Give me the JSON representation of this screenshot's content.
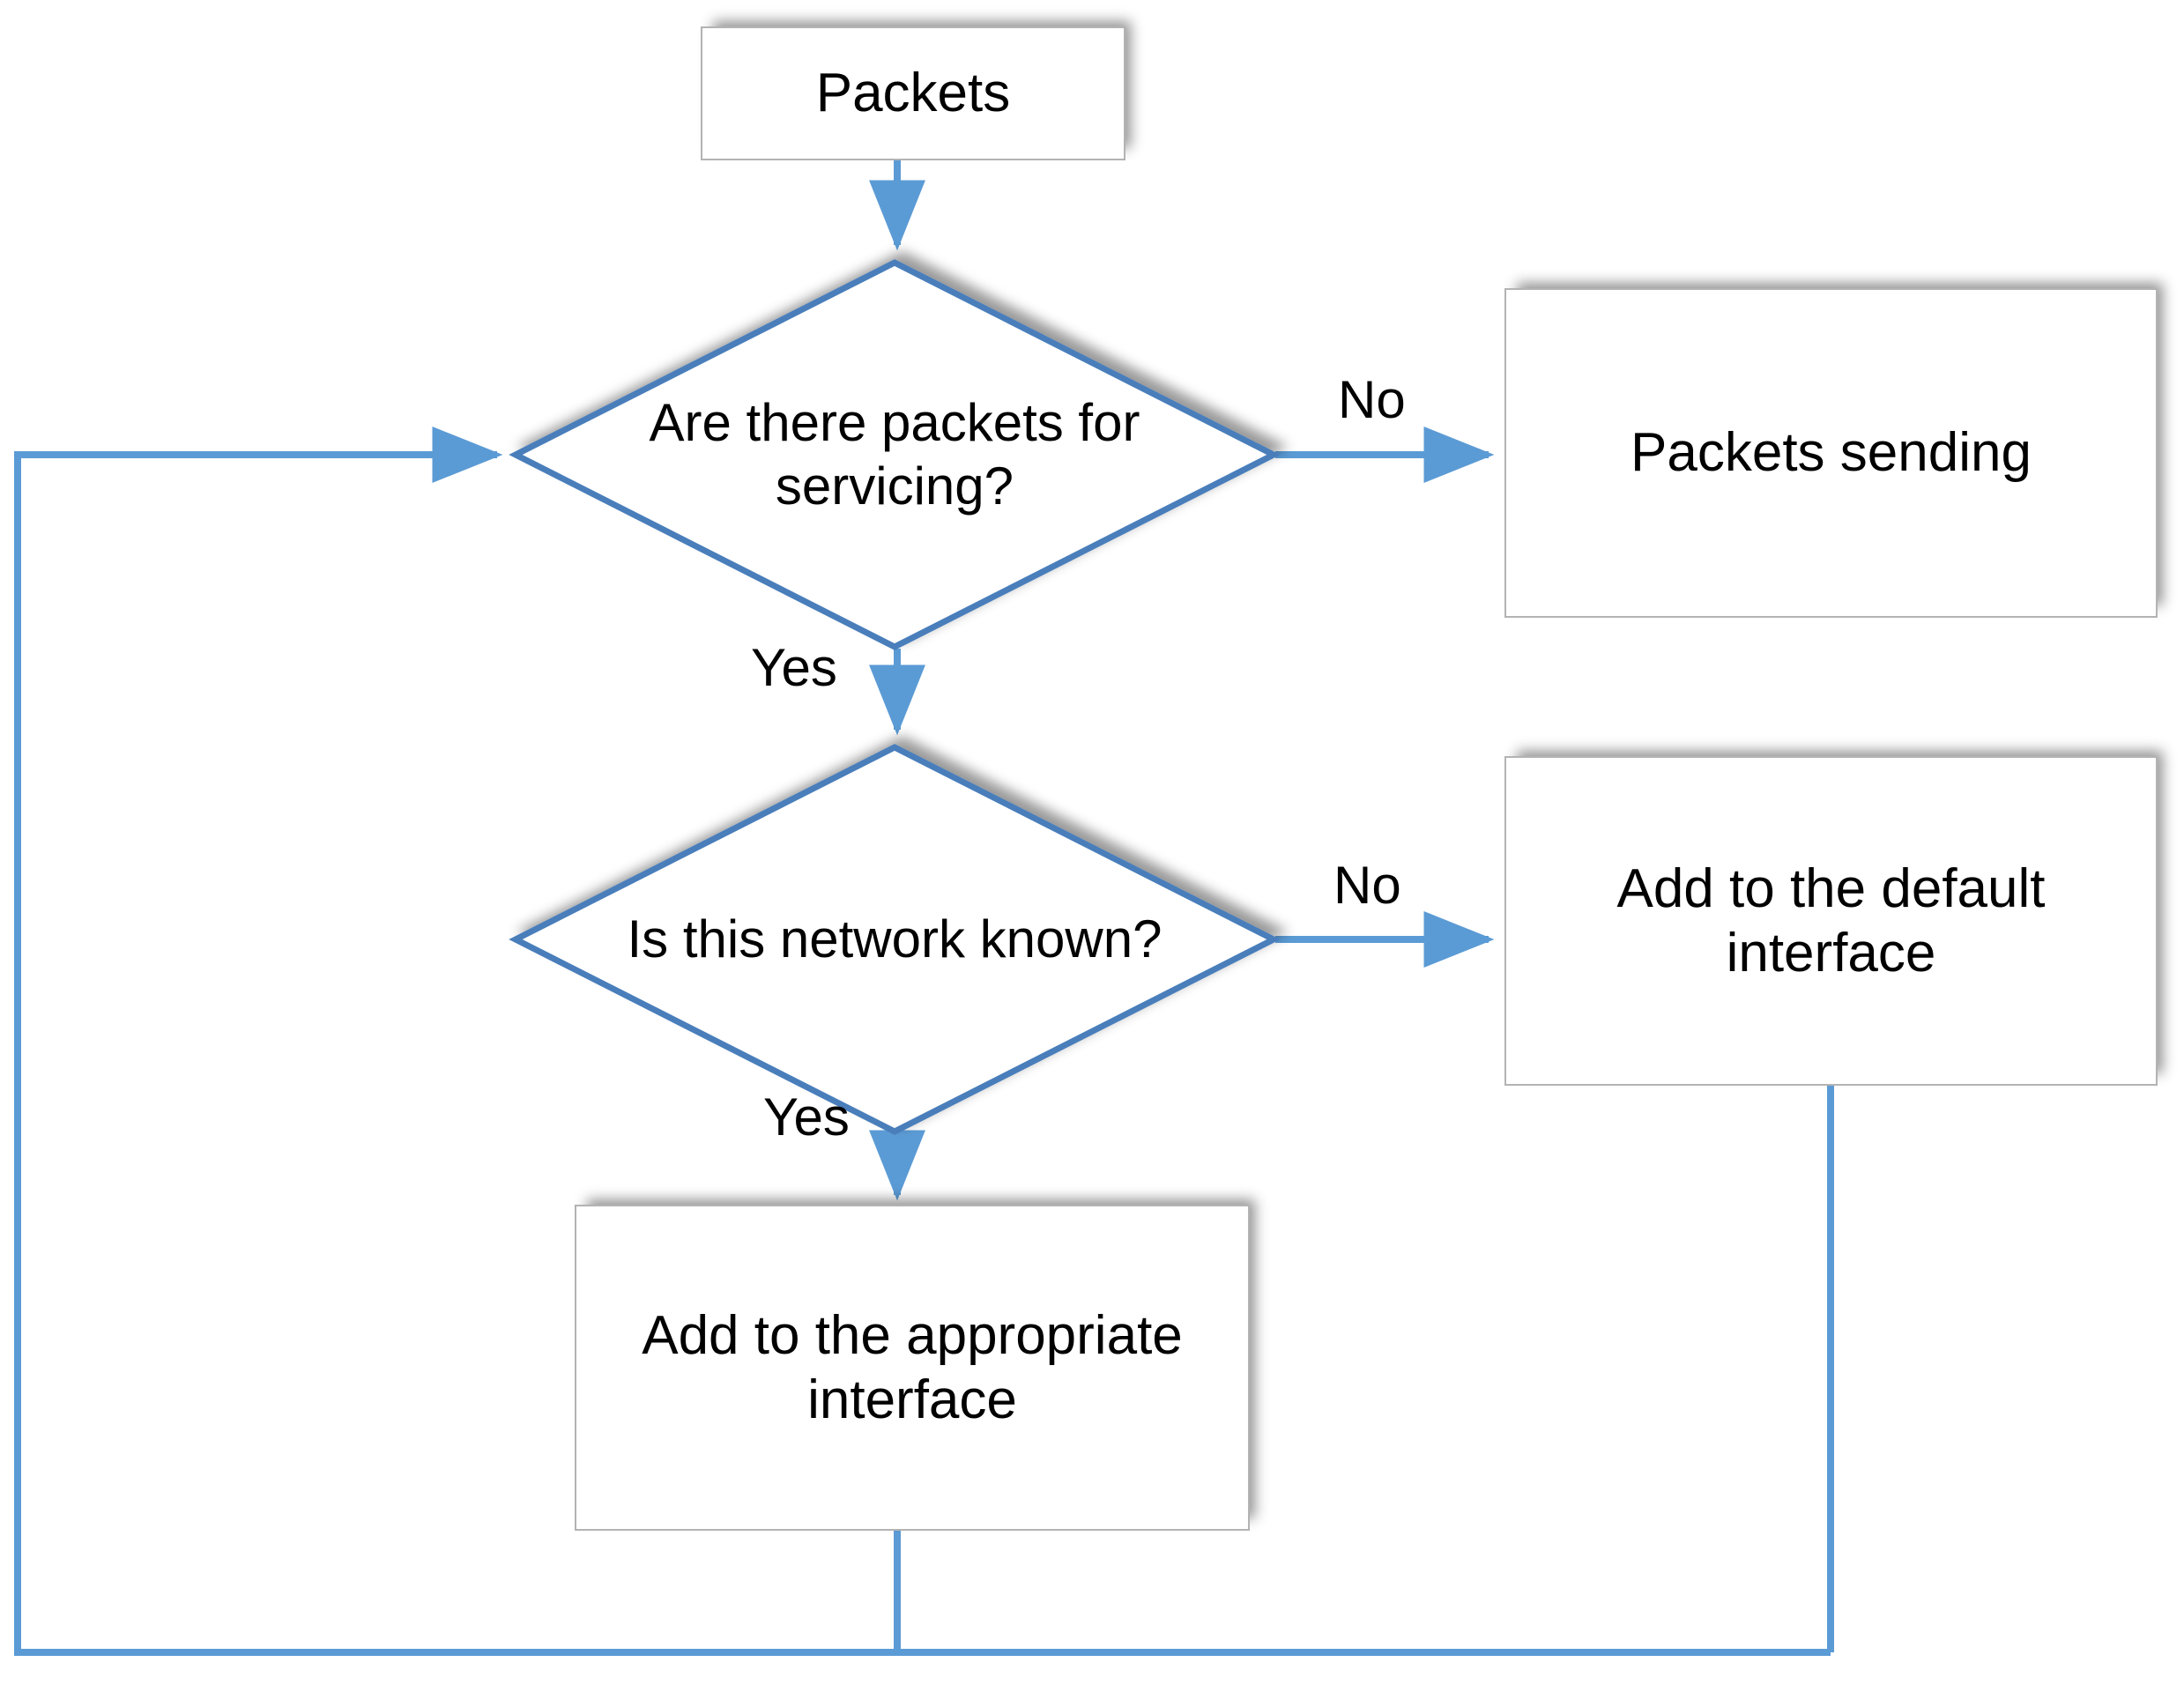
{
  "diagram": {
    "title": "Packet routing decision flowchart",
    "colors": {
      "connector": "#5B9BD5",
      "diamond_border": "#4A7EBB",
      "box_border": "#B3B3B3",
      "box_fill": "#FFFFFF",
      "text": "#000000",
      "background": "#FFFFFF"
    },
    "nodes": {
      "packets": {
        "label": "Packets",
        "shape": "process"
      },
      "packets_servicing": {
        "label": "Are there packets for\nservicing?",
        "shape": "decision"
      },
      "packets_sending": {
        "label": "Packets sending",
        "shape": "process"
      },
      "network_known": {
        "label": "Is this network known?",
        "shape": "decision"
      },
      "default_interface": {
        "label": "Add to the default\ninterface",
        "shape": "process"
      },
      "appropriate_interface": {
        "label": "Add to the appropriate\ninterface",
        "shape": "process"
      }
    },
    "edge_labels": {
      "no_servicing": "No",
      "yes_servicing": "Yes",
      "no_known": "No",
      "yes_known": "Yes"
    }
  }
}
